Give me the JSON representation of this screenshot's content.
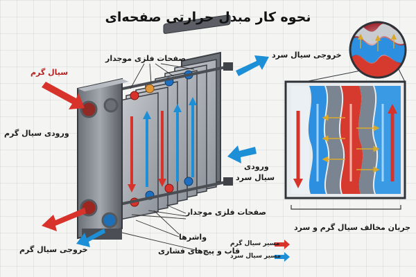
{
  "title": "نحوه کار مبدل حرارتی صفحه‌ای",
  "labels": {
    "metal_plates_top": "صفحات فلزی موجدار",
    "cold_outlet": "خروجی سیال سرد",
    "hot_fluid": "سیال گرم",
    "hot_inlet": "ورودی سیال گرم",
    "cold_inlet_line1": "ورودی",
    "cold_inlet_line2": "سیال سرد",
    "metal_plates_bottom": "صفحات فلزی موجدار",
    "gaskets": "واشرها",
    "frame_bolts": "قاب و پیچ‌های فشاری",
    "hot_outlet": "خروجی سیال گرم",
    "counterflow": "جریان مخالف سیال گرم و سرد"
  },
  "legend": {
    "hot_path": "مسیر سیال گرم",
    "cold_path": "مسیر سیال سرد"
  },
  "colors": {
    "hot": "#d8332b",
    "cold": "#1d8fd6",
    "frame": "#55595e",
    "plate": "#8a9099",
    "heat_arrow": "#e2b23a"
  },
  "icons": [
    "hot-flow-arrow-icon",
    "cold-flow-arrow-icon",
    "heat-transfer-arrow-icon"
  ]
}
